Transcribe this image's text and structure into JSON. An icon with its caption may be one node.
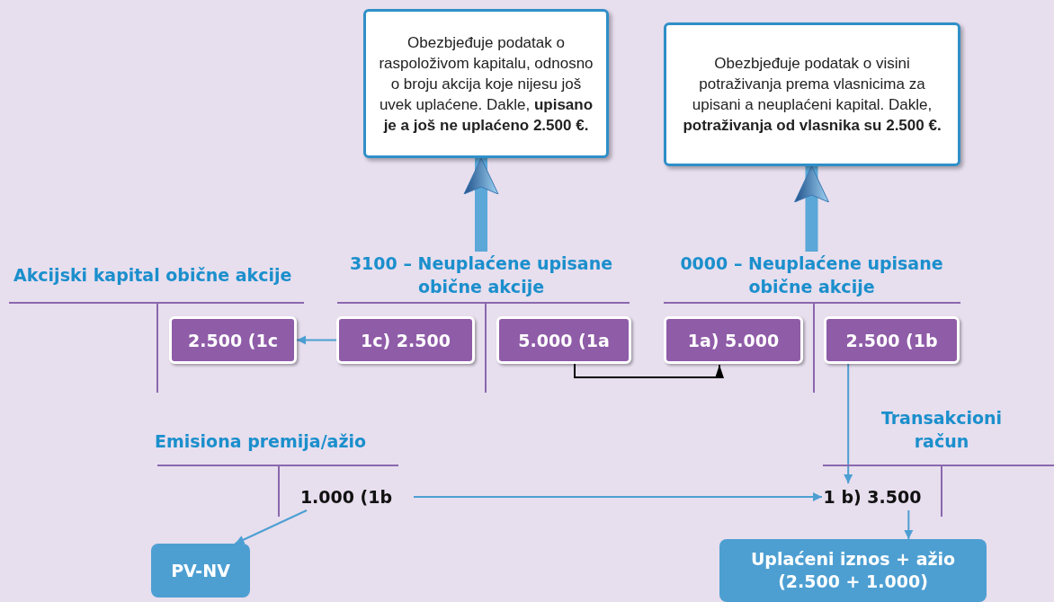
{
  "diagram": {
    "nodes": [
      {
        "text": [
          "Obezbjeđuje podatak o raspoloživom kapitalu, odnosno o broju akcija koje nijesu još uvek uplaćene. Dakle, **upisano je a još ne uplaćeno 2.500 €.**"
        ]
      },
      {
        "text": [
          "Obezbjeđuje podatak o visini potraživanja prema vlasnicima za upisani a neuplaćeni kapital. Dakle, **potraživanja od vlasnika su 2.500 €.**"
        ]
      },
      {
        "text": [
          "Akcijski kapital obične akcije"
        ]
      },
      {
        "text": [
          "2.500 (1c"
        ],
        "in": 2
      },
      {
        "text": [
          "3100 – Neuplaćene upisane obične akcije"
        ]
      },
      {
        "text": [
          "1c) 2.500"
        ],
        "in": 4
      },
      {
        "text": [
          "5.000 (1a"
        ],
        "in": 4
      },
      {
        "text": [
          "0000 – Neuplaćene upisane obične akcije"
        ]
      },
      {
        "text": [
          "1a) 5.000"
        ],
        "in": 7
      },
      {
        "text": [
          "2.500 (1b"
        ],
        "in": 7
      },
      {
        "text": [
          "Transakcioni račun"
        ]
      },
      {
        "text": [
          "1 b) 3.500"
        ],
        "in": 10
      },
      {
        "text": [
          "Emisiona premija/ažio"
        ]
      },
      {
        "text": [
          "1.000 (1b"
        ],
        "in": 12
      },
      {
        "text": [
          "PV-NV"
        ]
      },
      {
        "text": [
          "Uplaćeni iznos + ažio (2.500 + 1.000)"
        ]
      }
    ],
    "edges": [
      {
        "from": 4,
        "to": 0,
        "arrow": "to",
        "style": "thick"
      },
      {
        "from": 7,
        "to": 1,
        "arrow": "to",
        "style": "thick"
      },
      {
        "from": 5,
        "to": 3,
        "arrow": "to"
      },
      {
        "from": 6,
        "to": 8,
        "arrow": "to",
        "color": "#000000"
      },
      {
        "from": 9,
        "to": 11,
        "arrow": "to"
      },
      {
        "from": 13,
        "to": 11,
        "arrow": "to"
      },
      {
        "from": 13,
        "to": 14,
        "arrow": "to"
      },
      {
        "from": 11,
        "to": 15,
        "arrow": "to"
      }
    ]
  }
}
